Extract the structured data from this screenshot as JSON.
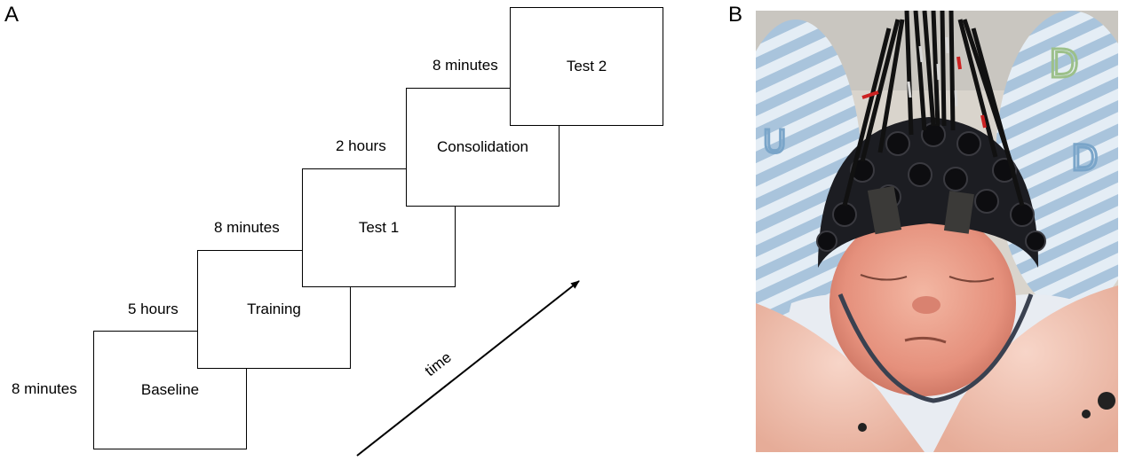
{
  "panel_a": {
    "letter": "A",
    "stages": [
      {
        "label": "Baseline",
        "duration_before": "8 minutes"
      },
      {
        "label": "Training",
        "duration_before": "5 hours"
      },
      {
        "label": "Test 1",
        "duration_before": "8 minutes"
      },
      {
        "label": "Consolidation",
        "duration_before": "2 hours"
      },
      {
        "label": "Test 2",
        "duration_before": "8 minutes"
      }
    ],
    "time_axis_label": "time"
  },
  "panel_b": {
    "letter": "B"
  }
}
